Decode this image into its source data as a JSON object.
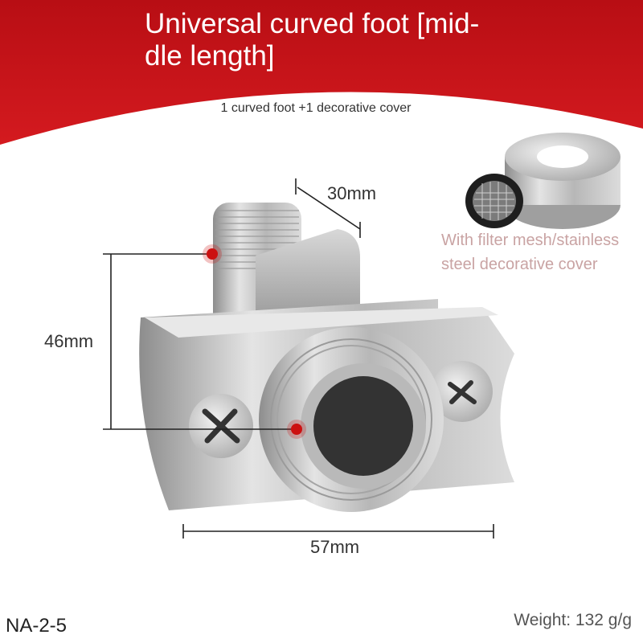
{
  "header": {
    "title": "Universal curved foot [mid-dle length]",
    "subtitle": "1 curved foot +1 decorative cover"
  },
  "dimensions": {
    "top_width": "30mm",
    "height": "46mm",
    "base_width": "57mm"
  },
  "accessory_note": "With filter mesh/stainless steel decorative cover",
  "footer": {
    "model": "NA-2-5",
    "weight": "Weight: 132 g/g"
  },
  "colors": {
    "banner": "#c9151b",
    "marker": "#cc1111",
    "note": "#c9a3a3"
  }
}
